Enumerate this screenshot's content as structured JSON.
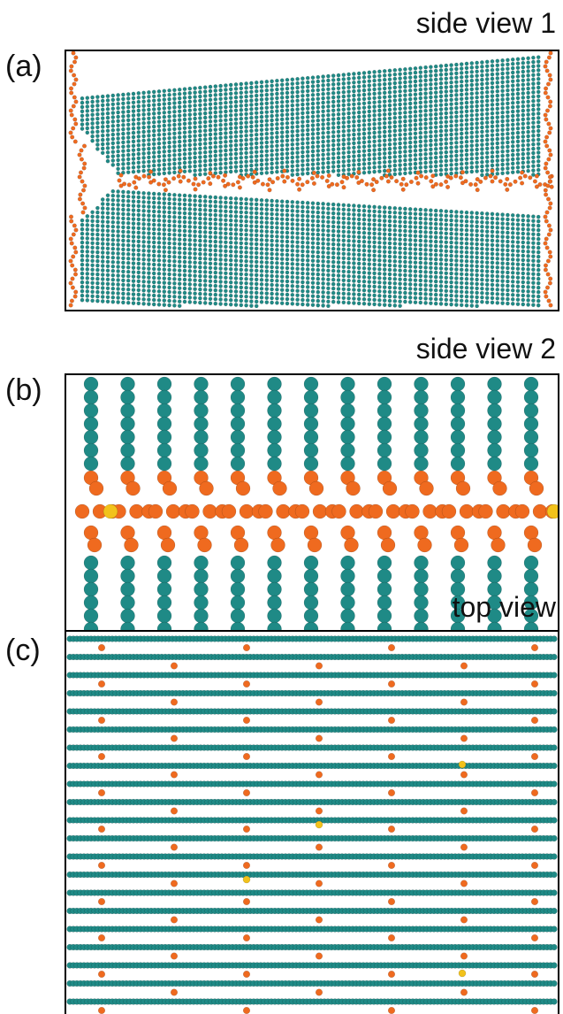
{
  "panels": {
    "a": {
      "label": "(a)",
      "title": "side view 1"
    },
    "b": {
      "label": "(b)",
      "title": "side view 2"
    },
    "c": {
      "label": "(c)",
      "title": "top view"
    }
  },
  "colors": {
    "teal_atom": "#1f8a86",
    "orange_atom": "#ef6a1f",
    "yellow_atom": "#f2c21b",
    "frame": "#000000",
    "background": "#ffffff"
  }
}
